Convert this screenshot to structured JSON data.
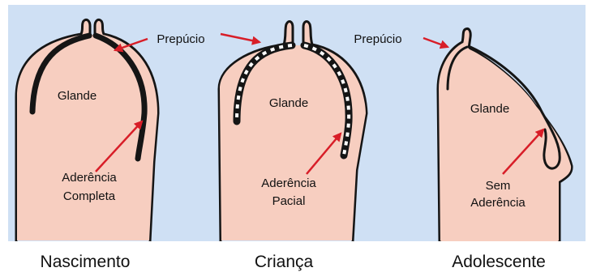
{
  "colors": {
    "background": "#cfe0f4",
    "skin": "#f7cec0",
    "outline": "#151515",
    "arrow": "#d81e28"
  },
  "panels": [
    {
      "caption": "Nascimento",
      "glans_label": "Glande",
      "prepuce_label": "Prepúcio",
      "adhesion_label_line1": "Aderência",
      "adhesion_label_line2": "Completa"
    },
    {
      "caption": "Criança",
      "glans_label": "Glande",
      "adhesion_label_line1": "Aderência",
      "adhesion_label_line2": "Pacial"
    },
    {
      "caption": "Adolescente",
      "glans_label": "Glande",
      "prepuce_label": "Prepúcio",
      "adhesion_label_line1": "Sem",
      "adhesion_label_line2": "Aderência"
    }
  ]
}
